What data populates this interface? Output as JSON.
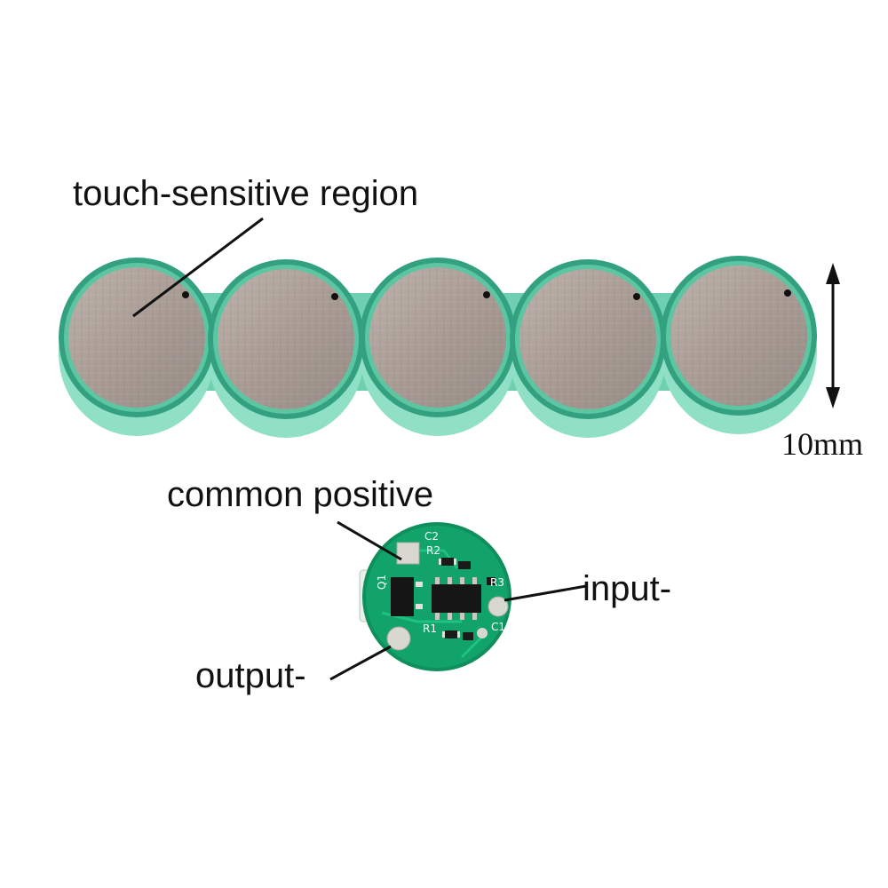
{
  "labels": {
    "touch_region": "touch-sensitive region",
    "common_positive": "common positive",
    "input_neg": "input-",
    "output_neg": "output-",
    "scale": "10mm"
  },
  "sensor_strip": {
    "electrode_count": 5
  },
  "pcb_markings": {
    "c2": "C2",
    "r2": "R2",
    "q1": "Q1",
    "r1": "R1",
    "c1": "C1",
    "r3": "R3"
  },
  "colors": {
    "background": "#ffffff",
    "substrate": "#6fd0b1",
    "substrate_edge": "#2f9a78",
    "electrode": "#a99c95",
    "pcb": "#12a36a",
    "pad": "#d8d8d0",
    "text": "#111111"
  }
}
